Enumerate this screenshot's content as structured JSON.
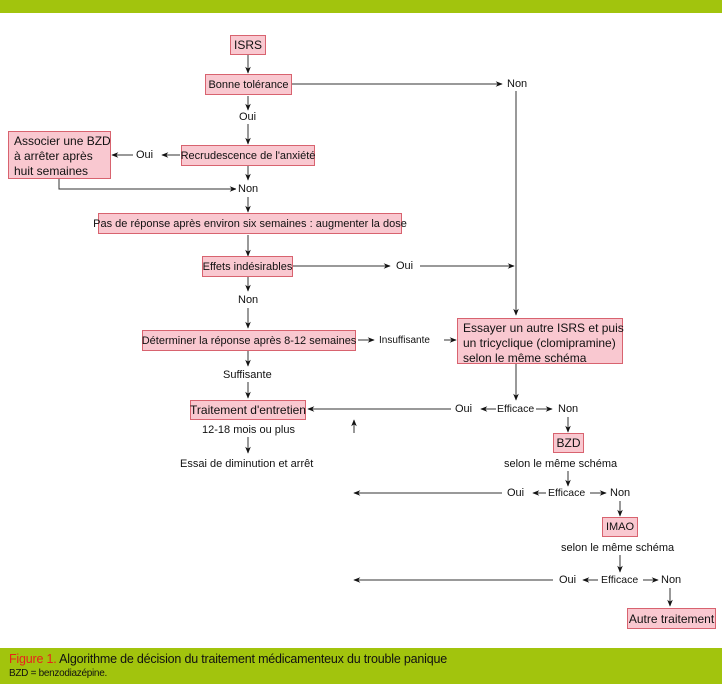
{
  "diagram": {
    "nodes": {
      "isrs": "ISRS",
      "bonne_tolerance": "Bonne tolérance",
      "recrudescence": "Recrudescence de l'anxiété",
      "associer_bzd": [
        "Associer une BZD",
        "à arrêter après",
        "huit semaines"
      ],
      "pas_de_reponse": "Pas de réponse après environ six semaines : augmenter la dose",
      "effets_indesirables": "Effets indésirables",
      "determiner_reponse": "Déterminer la réponse après 8-12 semaines",
      "essayer_autre": [
        "Essayer un autre ISRS et puis",
        "un tricyclique (clomipramine)",
        "selon le même schéma"
      ],
      "traitement_entretien": "Traitement d'entretien",
      "bzd": "BZD",
      "imao": "IMAO",
      "autre_traitement": "Autre traitement"
    },
    "labels": {
      "non_tolerance": "Non",
      "oui_tolerance": "Oui",
      "oui_recrudescence": "Oui",
      "non_recrudescence": "Non",
      "oui_effets": "Oui",
      "non_effets": "Non",
      "insuffisante": "Insuffisante",
      "suffisante": "Suffisante",
      "duree_entretien": "12-18 mois ou plus",
      "essai_diminution": "Essai de diminution et arrêt",
      "oui_1": "Oui",
      "efficace_1": "Efficace",
      "non_1": "Non",
      "selon_bzd": "selon le même schéma",
      "oui_2": "Oui",
      "efficace_2": "Efficace",
      "non_2": "Non",
      "selon_imao": "selon le même schéma",
      "oui_3": "Oui",
      "efficace_3": "Efficace",
      "non_3": "Non"
    }
  },
  "caption": {
    "figure_label": "Figure 1.",
    "title": " Algorithme de décision du traitement médicamenteux du trouble panique",
    "note": "BZD = benzodiazépine."
  },
  "colors": {
    "band": "#a2c40d",
    "box_fill": "#f9c8d0",
    "box_border": "#d8636f",
    "figure_label": "#e8231c"
  }
}
